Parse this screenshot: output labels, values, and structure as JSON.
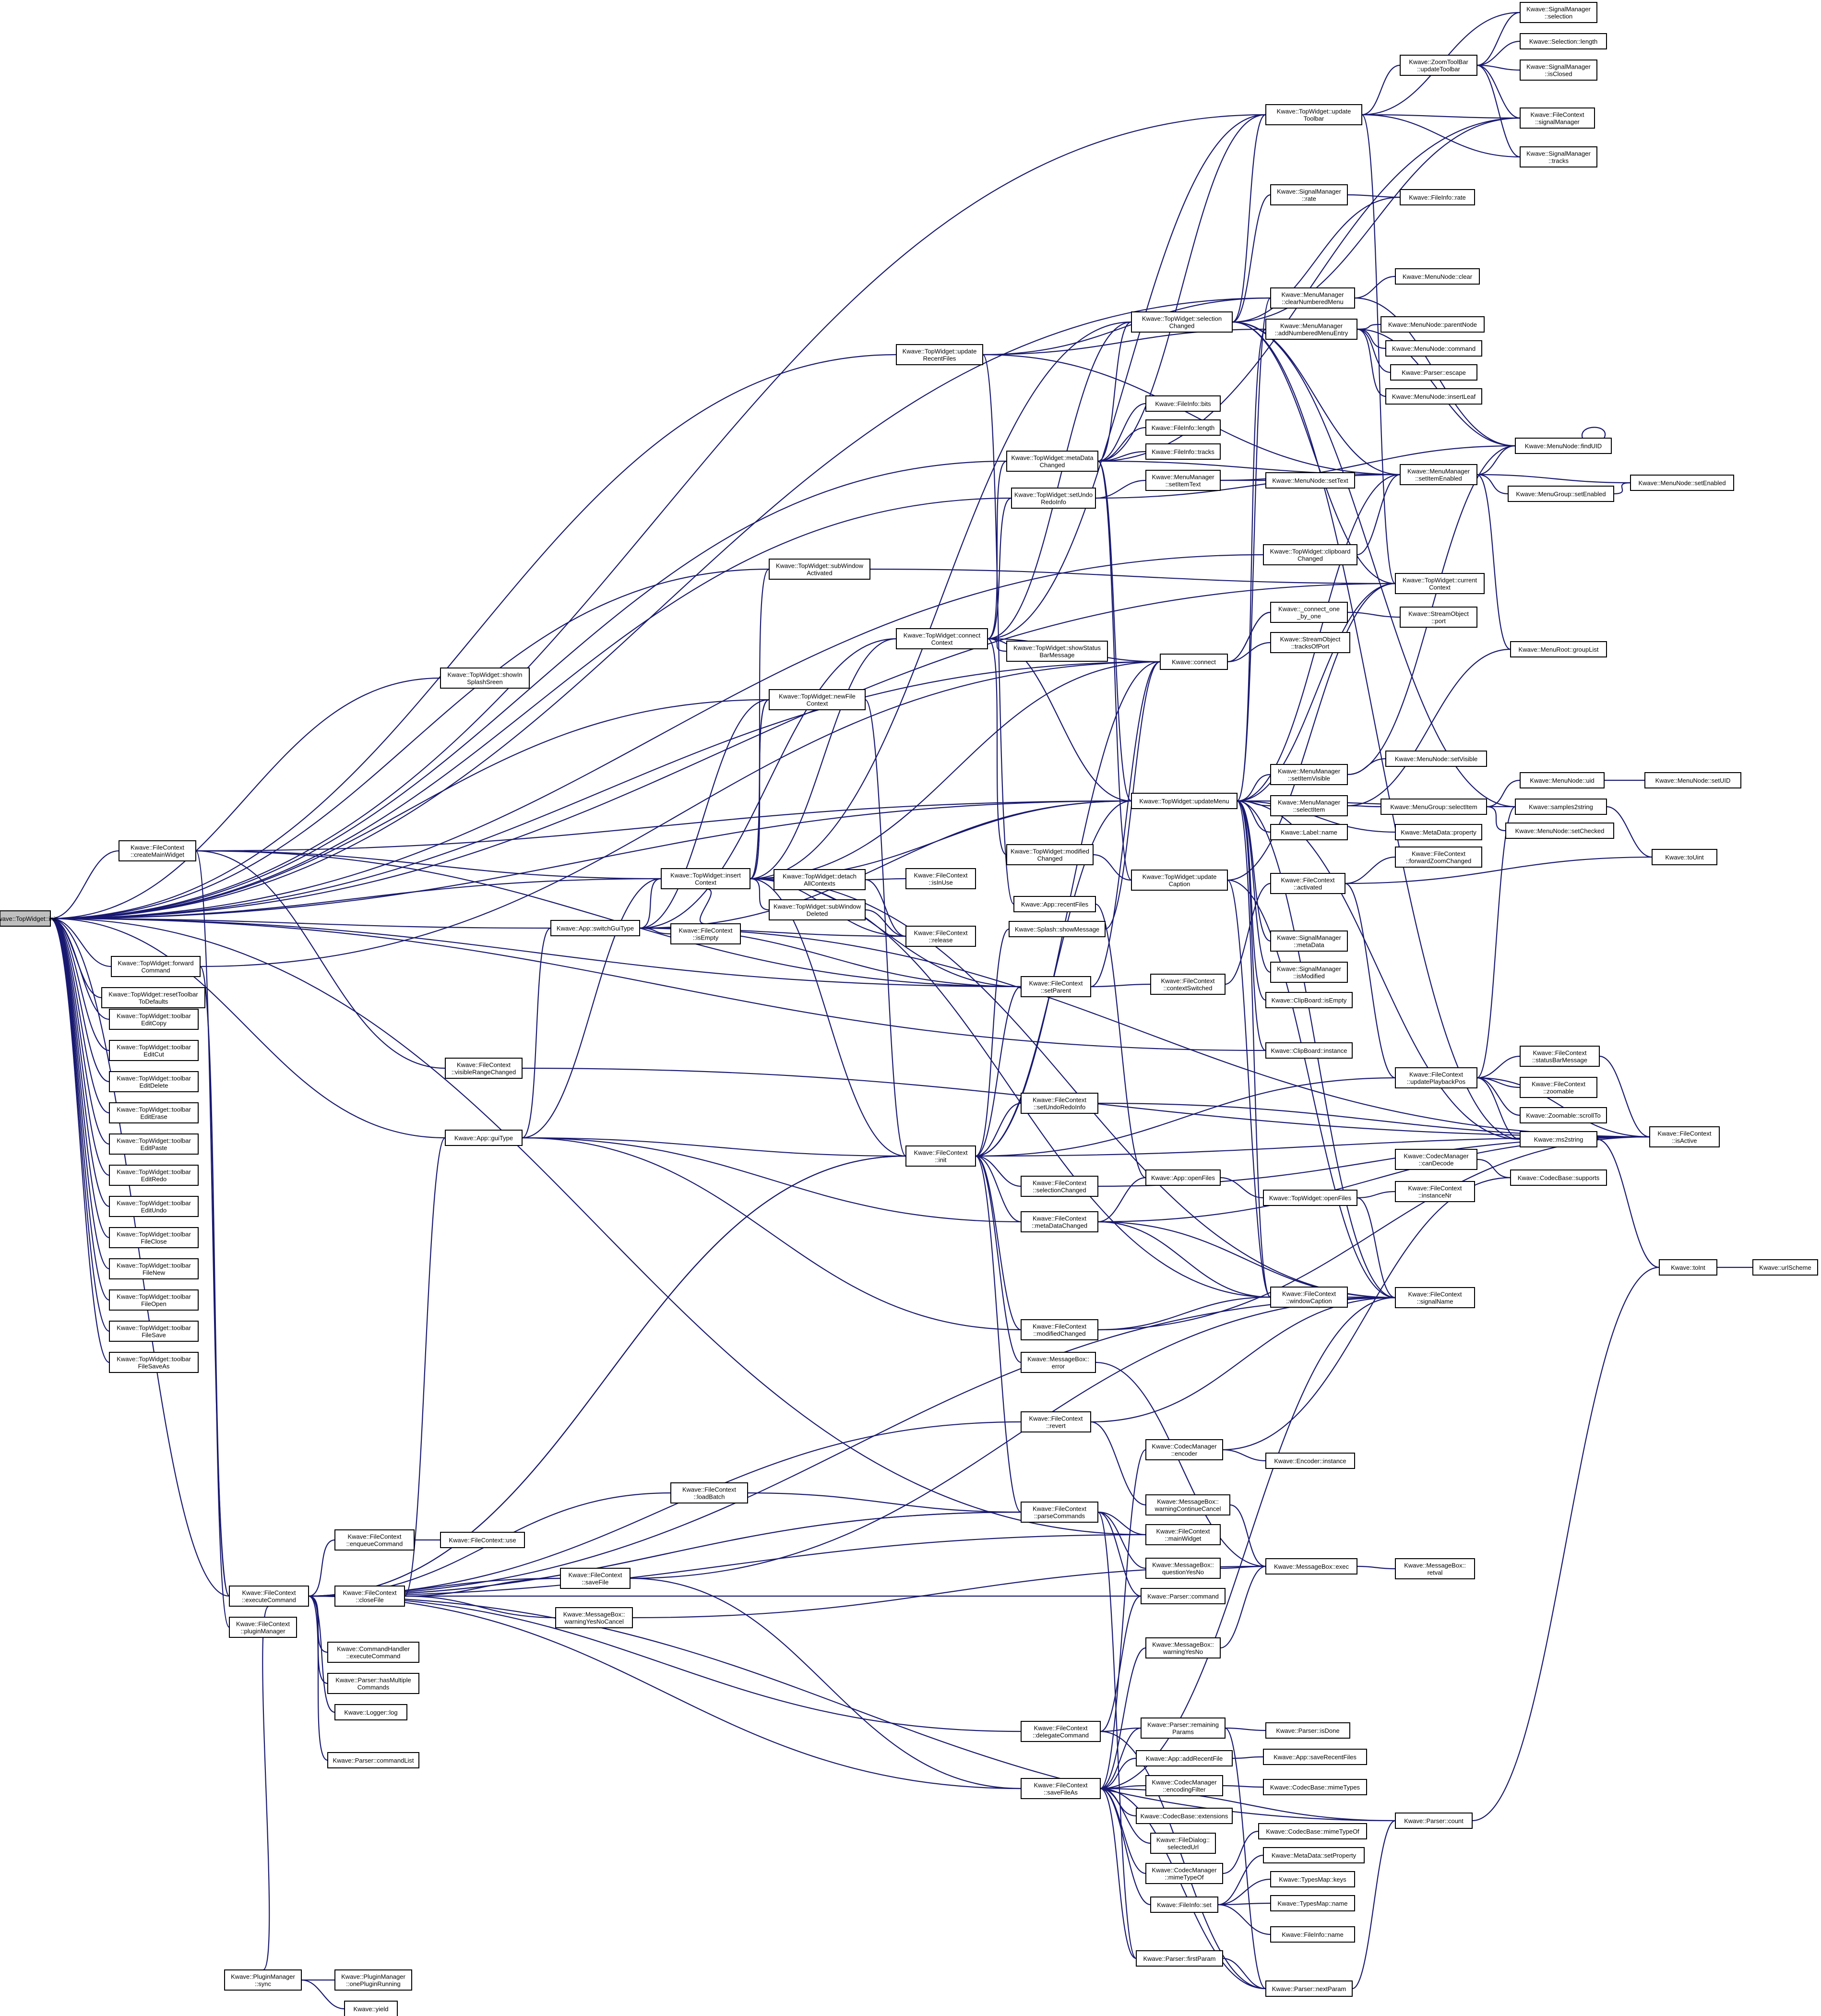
{
  "colors": {
    "edge": "#191970",
    "node_border": "#000000",
    "node_fill": "#ffffff",
    "root_fill": "#bfbfbf"
  },
  "nodes": {
    "root": "Kwave::TopWidget::init",
    "tw_forward": "Kwave::TopWidget::forward\nCommand",
    "tw_reset": "Kwave::TopWidget::resetToolbar\nToDefaults",
    "tb_copy": "Kwave::TopWidget::toolbar\nEditCopy",
    "tb_cut": "Kwave::TopWidget::toolbar\nEditCut",
    "tb_delete": "Kwave::TopWidget::toolbar\nEditDelete",
    "tb_erase": "Kwave::TopWidget::toolbar\nEditErase",
    "tb_paste": "Kwave::TopWidget::toolbar\nEditPaste",
    "tb_redo": "Kwave::TopWidget::toolbar\nEditRedo",
    "tb_undo": "Kwave::TopWidget::toolbar\nEditUndo",
    "tb_fclose": "Kwave::TopWidget::toolbar\nFileClose",
    "tb_fnew": "Kwave::TopWidget::toolbar\nFileNew",
    "tb_fopen": "Kwave::TopWidget::toolbar\nFileOpen",
    "tb_fsave": "Kwave::TopWidget::toolbar\nFileSave",
    "tb_fsaveas": "Kwave::TopWidget::toolbar\nFileSaveAs",
    "fc_createMain": "Kwave::FileContext\n::createMainWidget",
    "tw_showSplash": "Kwave::TopWidget::showIn\nSplashSreen",
    "fc_visRange": "Kwave::FileContext\n::visibleRangeChanged",
    "app_guiType": "Kwave::App::guiType",
    "fc_execCmd": "Kwave::FileContext\n::executeCommand",
    "fc_pluginMgr": "Kwave::FileContext\n::pluginManager",
    "pm_sync": "Kwave::PluginManager\n::sync",
    "fc_enqueue": "Kwave::FileContext\n::enqueueCommand",
    "fc_closeFile": "Kwave::FileContext\n::closeFile",
    "fc_use": "Kwave::FileContext::use",
    "ch_exec": "Kwave::CommandHandler\n::executeCommand",
    "p_hasMulti": "Kwave::Parser::hasMultiple\nCommands",
    "logger_log": "Kwave::Logger::log",
    "p_cmdList": "Kwave::Parser::commandList",
    "pm_onePlugin": "Kwave::PluginManager\n::onePluginRunning",
    "yield": "Kwave::yield",
    "fc_loadBatch": "Kwave::FileContext\n::loadBatch",
    "fc_saveFile": "Kwave::FileContext\n::saveFile",
    "mb_warnYNC": "Kwave::MessageBox::\nwarningYesNoCancel",
    "app_switchGui": "Kwave::App::switchGuiType",
    "tw_insertCtx": "Kwave::TopWidget::insert\nContext",
    "fc_isEmpty": "Kwave::FileContext\n::isEmpty",
    "tw_subWinAct": "Kwave::TopWidget::subWindow\nActivated",
    "tw_newFileCtx": "Kwave::TopWidget::newFile\nContext",
    "tw_detachAll": "Kwave::TopWidget::detach\nAllContexts",
    "tw_subWinDel": "Kwave::TopWidget::subWindow\nDeleted",
    "fc_isInUse": "Kwave::FileContext\n::isInUse",
    "fc_release": "Kwave::FileContext\n::release",
    "tw_updRecent": "Kwave::TopWidget::update\nRecentFiles",
    "tw_connectCtx": "Kwave::TopWidget::connect\nContext",
    "tw_showStatus": "Kwave::TopWidget::showStatus\nBarMessage",
    "tw_metaData": "Kwave::TopWidget::metaData\nChanged",
    "tw_setUndoRedo": "Kwave::TopWidget::setUndo\nRedoInfo",
    "tw_modified": "Kwave::TopWidget::modified\nChanged",
    "app_recentFiles": "Kwave::App::recentFiles",
    "splash_show": "Kwave::Splash::showMessage",
    "fc_setParent": "Kwave::FileContext\n::setParent",
    "fc_init": "Kwave::FileContext\n::init",
    "fc_setUndoRedo": "Kwave::FileContext\n::setUndoRedoInfo",
    "fc_selChanged": "Kwave::FileContext\n::selectionChanged",
    "fc_metaChanged": "Kwave::FileContext\n::metaDataChanged",
    "fc_modChanged": "Kwave::FileContext\n::modifiedChanged",
    "mb_error": "Kwave::MessageBox::\nerror",
    "fc_revert": "Kwave::FileContext\n::revert",
    "fc_parseCmds": "Kwave::FileContext\n::parseCommands",
    "fc_delegate": "Kwave::FileContext\n::delegateCommand",
    "fc_saveFileAs": "Kwave::FileContext\n::saveFileAs",
    "tw_selChanged": "Kwave::TopWidget::selection\nChanged",
    "tw_updMenu": "Kwave::TopWidget::updateMenu",
    "tw_updCaption": "Kwave::TopWidget::update\nCaption",
    "kw_connect": "Kwave::connect",
    "fi_bits": "Kwave::FileInfo::bits",
    "fi_length": "Kwave::FileInfo::length",
    "fi_tracks": "Kwave::FileInfo::tracks",
    "mm_setItemText": "Kwave::MenuManager\n::setItemText",
    "tw_updToolbar": "Kwave::TopWidget::update\nToolbar",
    "sm_rate": "Kwave::SignalManager\n::rate",
    "mm_clearNum": "Kwave::MenuManager\n::clearNumberedMenu",
    "mm_addNum": "Kwave::MenuManager\n::addNumberedMenuEntry",
    "tw_clipChanged": "Kwave::TopWidget::clipboard\nChanged",
    "connect_one": "Kwave::_connect_one\n_by_one",
    "so_tracksOfPort": "Kwave::StreamObject\n::tracksOfPort",
    "mm_setVisible": "Kwave::MenuManager\n::setItemVisible",
    "mm_selectItem": "Kwave::MenuManager\n::selectItem",
    "label_name": "Kwave::Label::name",
    "fc_activated": "Kwave::FileContext\n::activated",
    "sm_metaData": "Kwave::SignalManager\n::metaData",
    "sm_isModified": "Kwave::SignalManager\n::isModified",
    "clip_isEmpty": "Kwave::ClipBoard::isEmpty",
    "clip_instance": "Kwave::ClipBoard::instance",
    "fc_ctxSwitched": "Kwave::FileContext\n::contextSwitched",
    "app_openFiles": "Kwave::App::openFiles",
    "tw_openFiles": "Kwave::TopWidget::openFiles",
    "fc_windowCaption": "Kwave::FileContext\n::windowCaption",
    "cm_encoder": "Kwave::CodecManager\n::encoder",
    "mb_warnContCancel": "Kwave::MessageBox::\nwarningContinueCancel",
    "fc_mainWidget": "Kwave::FileContext\n::mainWidget",
    "mb_questionYesNo": "Kwave::MessageBox::\nquestionYesNo",
    "p_command": "Kwave::Parser::command",
    "mb_warnYesNo": "Kwave::MessageBox::\nwarningYesNo",
    "p_remaining": "Kwave::Parser::remaining\nParams",
    "app_addRecent": "Kwave::App::addRecentFile",
    "cm_encFilter": "Kwave::CodecManager\n::encodingFilter",
    "cb_extensions": "Kwave::CodecBase::extensions",
    "fd_selectedUrl": "Kwave::FileDialog::\nselectedUrl",
    "cm_mimeTypeOf": "Kwave::CodecManager\n::mimeTypeOf",
    "fi_set": "Kwave::FileInfo::set",
    "p_firstParam": "Kwave::Parser::firstParam",
    "p_nextParam": "Kwave::Parser::nextParam",
    "sm_selection": "Kwave::SignalManager\n::selection",
    "zt_updToolbar": "Kwave::ZoomToolBar\n::updateToolbar",
    "sel_length": "Kwave::Selection::length",
    "sm_isClosed": "Kwave::SignalManager\n::isClosed",
    "fc_signalMgr": "Kwave::FileContext\n::signalManager",
    "sm_tracks": "Kwave::SignalManager\n::tracks",
    "fi_rate": "Kwave::FileInfo::rate",
    "mn_clear": "Kwave::MenuNode::clear",
    "mn_parentNode": "Kwave::MenuNode::parentNode",
    "mn_command": "Kwave::MenuNode::command",
    "p_escape": "Kwave::Parser::escape",
    "mn_insertLeaf": "Kwave::MenuNode::insertLeaf",
    "mn_findUID": "Kwave::MenuNode::findUID",
    "mm_setEnabled": "Kwave::MenuManager\n::setItemEnabled",
    "mg_setEnabled": "Kwave::MenuGroup::setEnabled",
    "mn_setEnabled": "Kwave::MenuNode::setEnabled",
    "mn_setText": "Kwave::MenuNode::setText",
    "tw_currentCtx": "Kwave::TopWidget::current\nContext",
    "so_port": "Kwave::StreamObject\n::port",
    "mr_groupList": "Kwave::MenuRoot::groupList",
    "mn_setVisible": "Kwave::MenuNode::setVisible",
    "mg_selectItem": "Kwave::MenuGroup::selectItem",
    "mn_uid": "Kwave::MenuNode::uid",
    "mn_setUID": "Kwave::MenuNode::setUID",
    "samples2string": "Kwave::samples2string",
    "mn_setChecked": "Kwave::MenuNode::setChecked",
    "toUint": "Kwave::toUint",
    "md_property": "Kwave::MetaData::property",
    "fc_fwdZoom": "Kwave::FileContext\n::forwardZoomChanged",
    "fc_updPlayback": "Kwave::FileContext\n::updatePlaybackPos",
    "fc_statusBar": "Kwave::FileContext\n::statusBarMessage",
    "fc_zoomable": "Kwave::FileContext\n::zoomable",
    "zoom_scrollTo": "Kwave::Zoomable::scrollTo",
    "ms2string": "Kwave::ms2string",
    "fc_isActive": "Kwave::FileContext\n::isActive",
    "cm_canDecode": "Kwave::CodecManager\n::canDecode",
    "cb_supports": "Kwave::CodecBase::supports",
    "fc_instanceNr": "Kwave::FileContext\n::instanceNr",
    "toInt": "Kwave::toInt",
    "urlScheme": "Kwave::urlScheme",
    "fc_signalName": "Kwave::FileContext\n::signalName",
    "enc_instance": "Kwave::Encoder::instance",
    "mb_exec": "Kwave::MessageBox::exec",
    "mb_retval": "Kwave::MessageBox::\nretval",
    "p_isDone": "Kwave::Parser::isDone",
    "app_saveRecent": "Kwave::App::saveRecentFiles",
    "cb_mimeTypes": "Kwave::CodecBase::mimeTypes",
    "p_count": "Kwave::Parser::count",
    "cb_mimeTypeOf": "Kwave::CodecBase::mimeTypeOf",
    "md_setProperty": "Kwave::MetaData::setProperty",
    "tm_keys": "Kwave::TypesMap::keys",
    "tm_name": "Kwave::TypesMap::name",
    "fi_name": "Kwave::FileInfo::name"
  }
}
